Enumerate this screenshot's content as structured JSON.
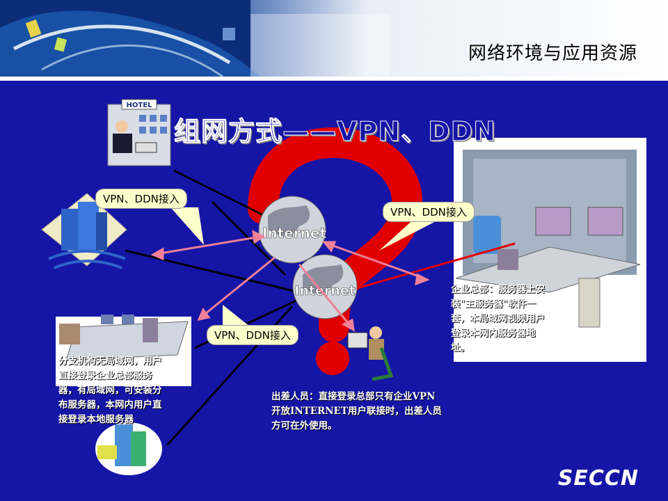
{
  "header": {
    "title": "网络环境与应用资源"
  },
  "diagram": {
    "title": "组网方式——VPN、DDN",
    "hotel_sign": "HOTEL",
    "globe_label": "Internet",
    "callouts": [
      "VPN、DDN接入",
      "VPN、DDN接入",
      "VPN、DDN接入"
    ],
    "captions": {
      "hq": [
        "企业总部：服务器上安",
        "装\"主服务器\"软件一",
        "套，本局域网视频用户",
        "登录本网内服务器地",
        "址。"
      ],
      "branch": [
        "分支机构无局域网，用户",
        "直接登录企业总部服务",
        "器，有局域网，可安装分",
        "布服务器，本网内用户直",
        "接登录本地服务器"
      ],
      "traveler": [
        "出差人员：直接登录总部只有企业VPN",
        "开放INTERNET用户联接时，出差人员",
        "方可在外使用。"
      ]
    }
  },
  "brand": {
    "logo": "SECCN"
  },
  "colors": {
    "background": "#1515a6",
    "question_mark": "#e00000",
    "callout": "#ffffcc",
    "arrow": "#e05070"
  }
}
